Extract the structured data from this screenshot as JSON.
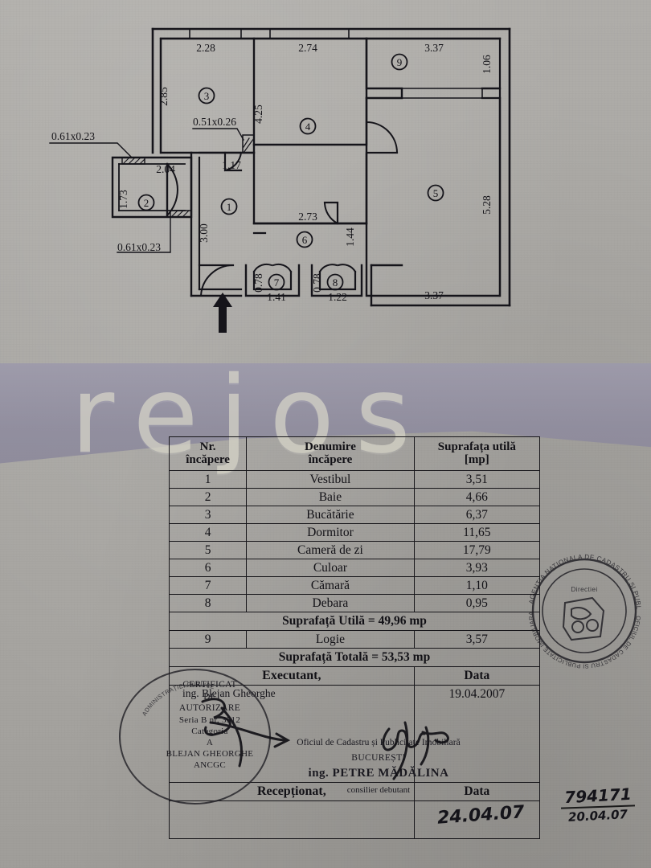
{
  "document": {
    "type": "cadastral-floor-plan",
    "watermark": "rejos"
  },
  "floor_plan": {
    "rooms": [
      {
        "id": "1",
        "label": "1"
      },
      {
        "id": "2",
        "label": "2"
      },
      {
        "id": "3",
        "label": "3"
      },
      {
        "id": "4",
        "label": "4"
      },
      {
        "id": "5",
        "label": "5"
      },
      {
        "id": "6",
        "label": "6"
      },
      {
        "id": "7",
        "label": "7"
      },
      {
        "id": "8",
        "label": "8"
      },
      {
        "id": "9",
        "label": "9"
      }
    ],
    "dimensions": {
      "top_room3": "2.28",
      "top_room4": "2.74",
      "top_room9": "3.37",
      "right_room9": "1.06",
      "left_room3": "2.85",
      "left_room4": "4.25",
      "right_room5": "5.28",
      "bottom_room5": "3.37",
      "room2_width": "2.04",
      "room2_height": "1.73",
      "corridor_vertical": "3.00",
      "door_117": "1.17",
      "room6_width": "2.73",
      "room6_right": "1.44",
      "room7_width": "1.41",
      "room7_depth": "0.78",
      "room8_width": "1.22",
      "room8_depth": "0.78",
      "window_a": "0.61x0.23",
      "window_b": "0.61x0.23",
      "window_c": "0.51x0.26"
    }
  },
  "table": {
    "headers": {
      "nr_line1": "Nr.",
      "nr_line2": "încăpere",
      "name_line1": "Denumire",
      "name_line2": "încăpere",
      "area_line1": "Suprafața utilă",
      "area_line2": "[mp]"
    },
    "rows": [
      {
        "nr": "1",
        "name": "Vestibul",
        "area": "3,51"
      },
      {
        "nr": "2",
        "name": "Baie",
        "area": "4,66"
      },
      {
        "nr": "3",
        "name": "Bucătărie",
        "area": "6,37"
      },
      {
        "nr": "4",
        "name": "Dormitor",
        "area": "11,65"
      },
      {
        "nr": "5",
        "name": "Cameră de zi",
        "area": "17,79"
      },
      {
        "nr": "6",
        "name": "Culoar",
        "area": "3,93"
      },
      {
        "nr": "7",
        "name": "Cămară",
        "area": "1,10"
      },
      {
        "nr": "8",
        "name": "Debara",
        "area": "0,95"
      }
    ],
    "subtotal": "Suprafață Utilă = 49,96 mp",
    "logia": {
      "nr": "9",
      "name": "Logie",
      "area": "3,57"
    },
    "total": "Suprafață Totală = 53,53 mp"
  },
  "signature_block": {
    "executant_label": "Executant,",
    "executant_name": "ing. Blejan Gheorghe",
    "data_label_1": "Data",
    "data_value_1": "19.04.2007",
    "receptionat_label": "Recepționat,",
    "data_label_2": "Data",
    "data_value_2": "24.04.07",
    "ocpi": {
      "line1": "Oficiul de Cadastru și Publicitate Imobiliară",
      "line2": "BUCUREȘTI",
      "line3": "ing. PETRE MĂDĂLINA",
      "line4": "consilier debutant"
    }
  },
  "stamps": {
    "authorization": {
      "line1": "CERTIFICAT",
      "line2": "DE",
      "line3": "AUTORIZARE",
      "line4": "Seria B nr. 3512",
      "line5": "Categoria",
      "line6": "A",
      "line7": "BLEJAN GHEORGHE",
      "line8": "ANCGC"
    },
    "round_left_outer": "ADMINISTRAȚIEI PUBLICE",
    "agency": {
      "outer_top": "AGENTIA NATIONALA DE CADASTRU SI PUBLICITATE IMOBILIARA",
      "inner": "OFICIUL DE CADASTRU SI PUBLICITATE IMOBILIARA AL MUNICIPIULUI BUCURESTI",
      "center": "Directiei"
    }
  },
  "handwritten": {
    "doc_number": "794171",
    "doc_date": "20.04.07",
    "reception_date": "24.04.07"
  }
}
